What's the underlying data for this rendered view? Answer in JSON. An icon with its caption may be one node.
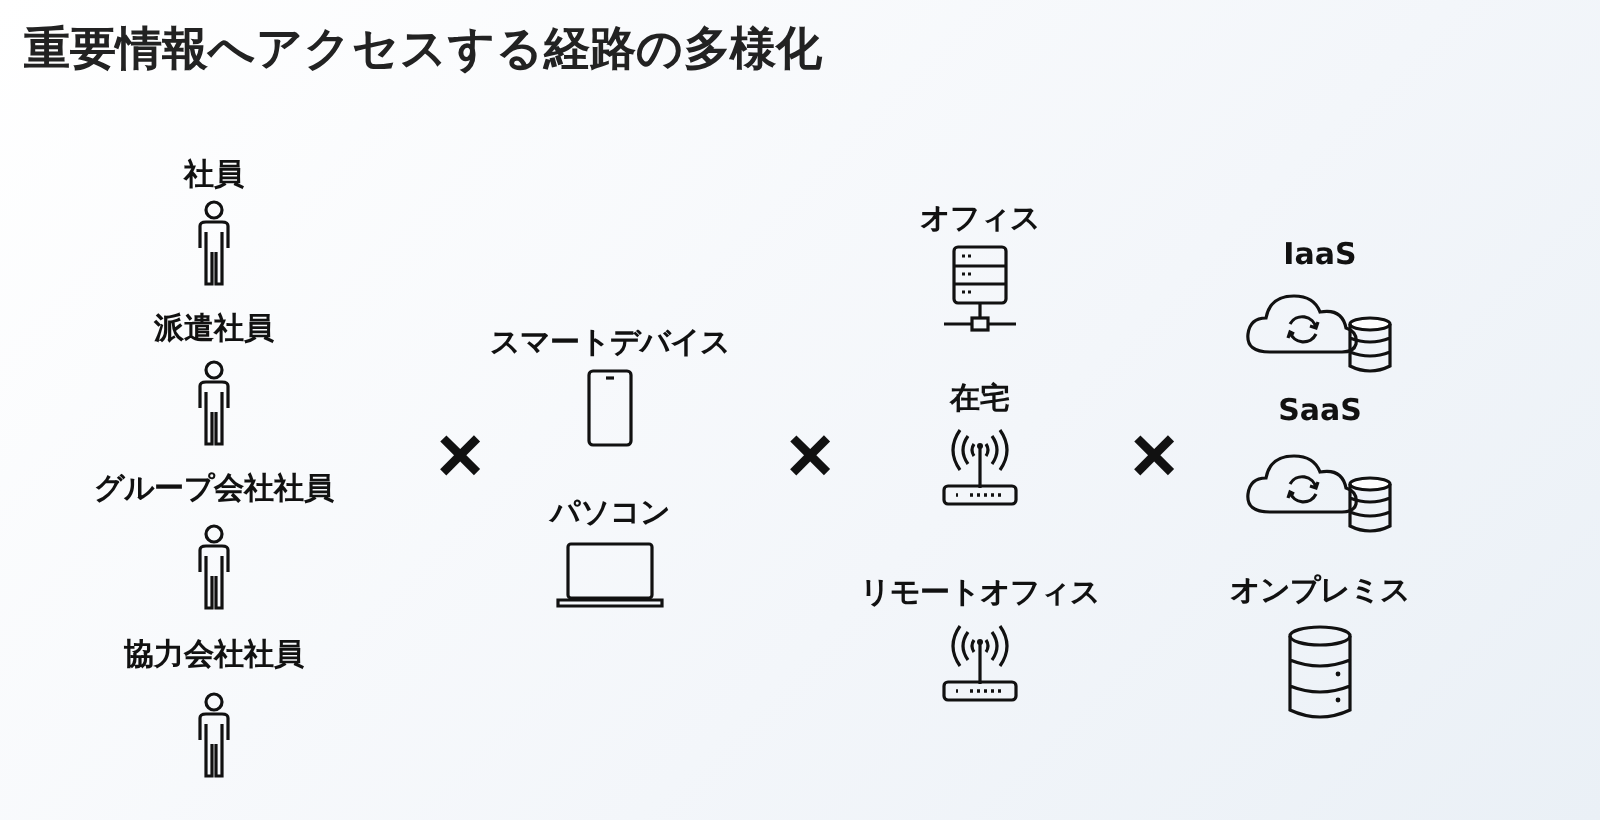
{
  "diagram": {
    "title": "重要情報へアクセスする経路の多様化",
    "labels": [
      "社員",
      "派遣社員",
      "グループ会社社員",
      "協力会社社員",
      "×",
      "スマートデバイス",
      "パソコン",
      "×",
      "オフィス",
      "在宅",
      "リモートオフィス",
      "×",
      "IaaS",
      "SaaS",
      "オンプレミス"
    ]
  }
}
